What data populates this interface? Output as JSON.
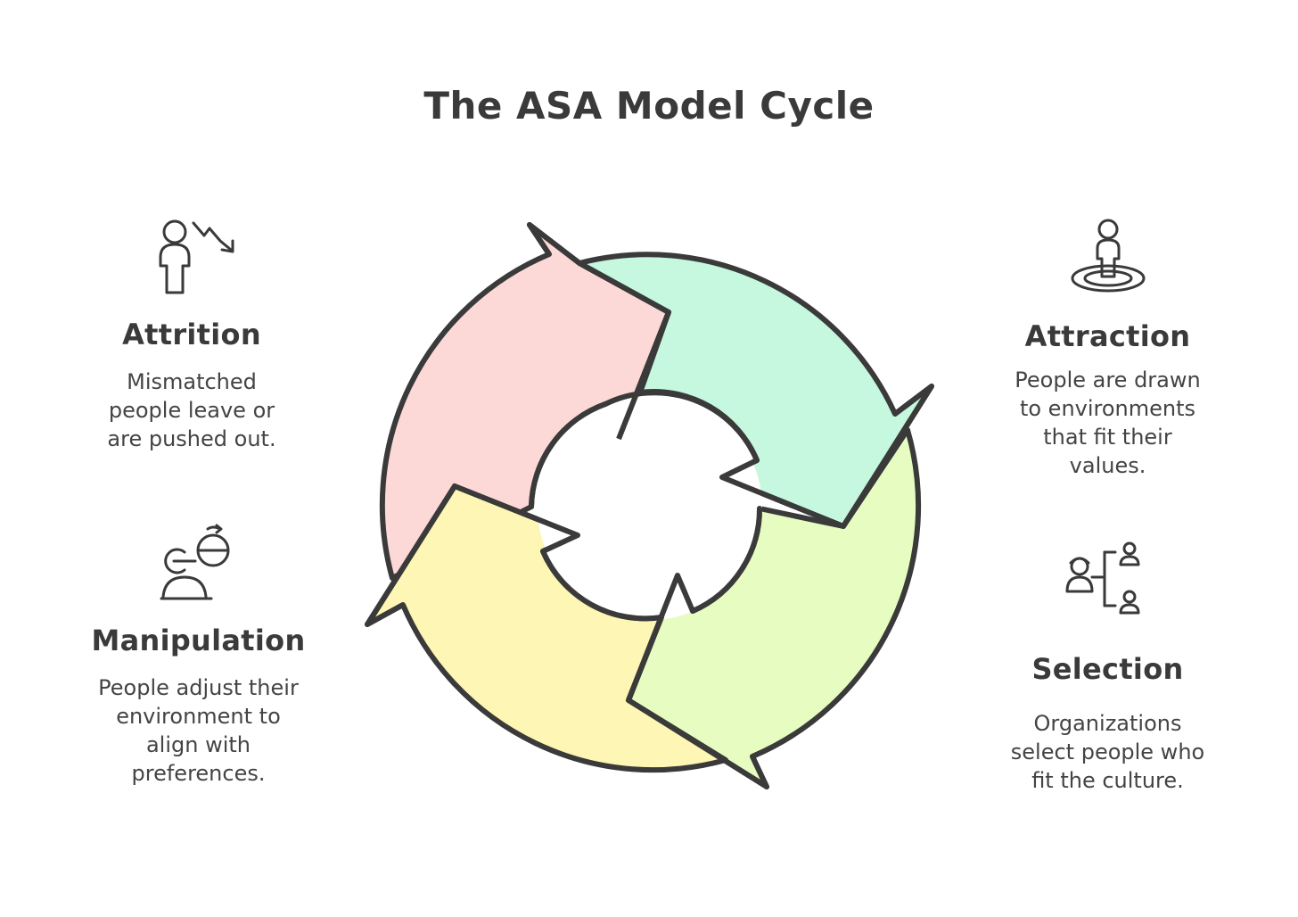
{
  "title": "The ASA Model Cycle",
  "stages": {
    "attrition": {
      "label": "Attrition",
      "description": "Mismatched\npeople leave or\nare pushed out.",
      "icon": "person-leaving-icon",
      "color": "#fcd9d6"
    },
    "attraction": {
      "label": "Attraction",
      "description": "People are drawn\nto environments\nthat fit their\nvalues.",
      "icon": "person-in-target-icon",
      "color": "#c6f7df"
    },
    "manipulation": {
      "label": "Manipulation",
      "description": "People adjust their\nenvironment to\nalign with\npreferences.",
      "icon": "person-adjusting-icon",
      "color": "#fdf6b4"
    },
    "selection": {
      "label": "Selection",
      "description": "Organizations\nselect people who\nfit the culture.",
      "icon": "person-selection-icon",
      "color": "#e6fcc0"
    }
  },
  "outline_color": "#3a3a3a"
}
